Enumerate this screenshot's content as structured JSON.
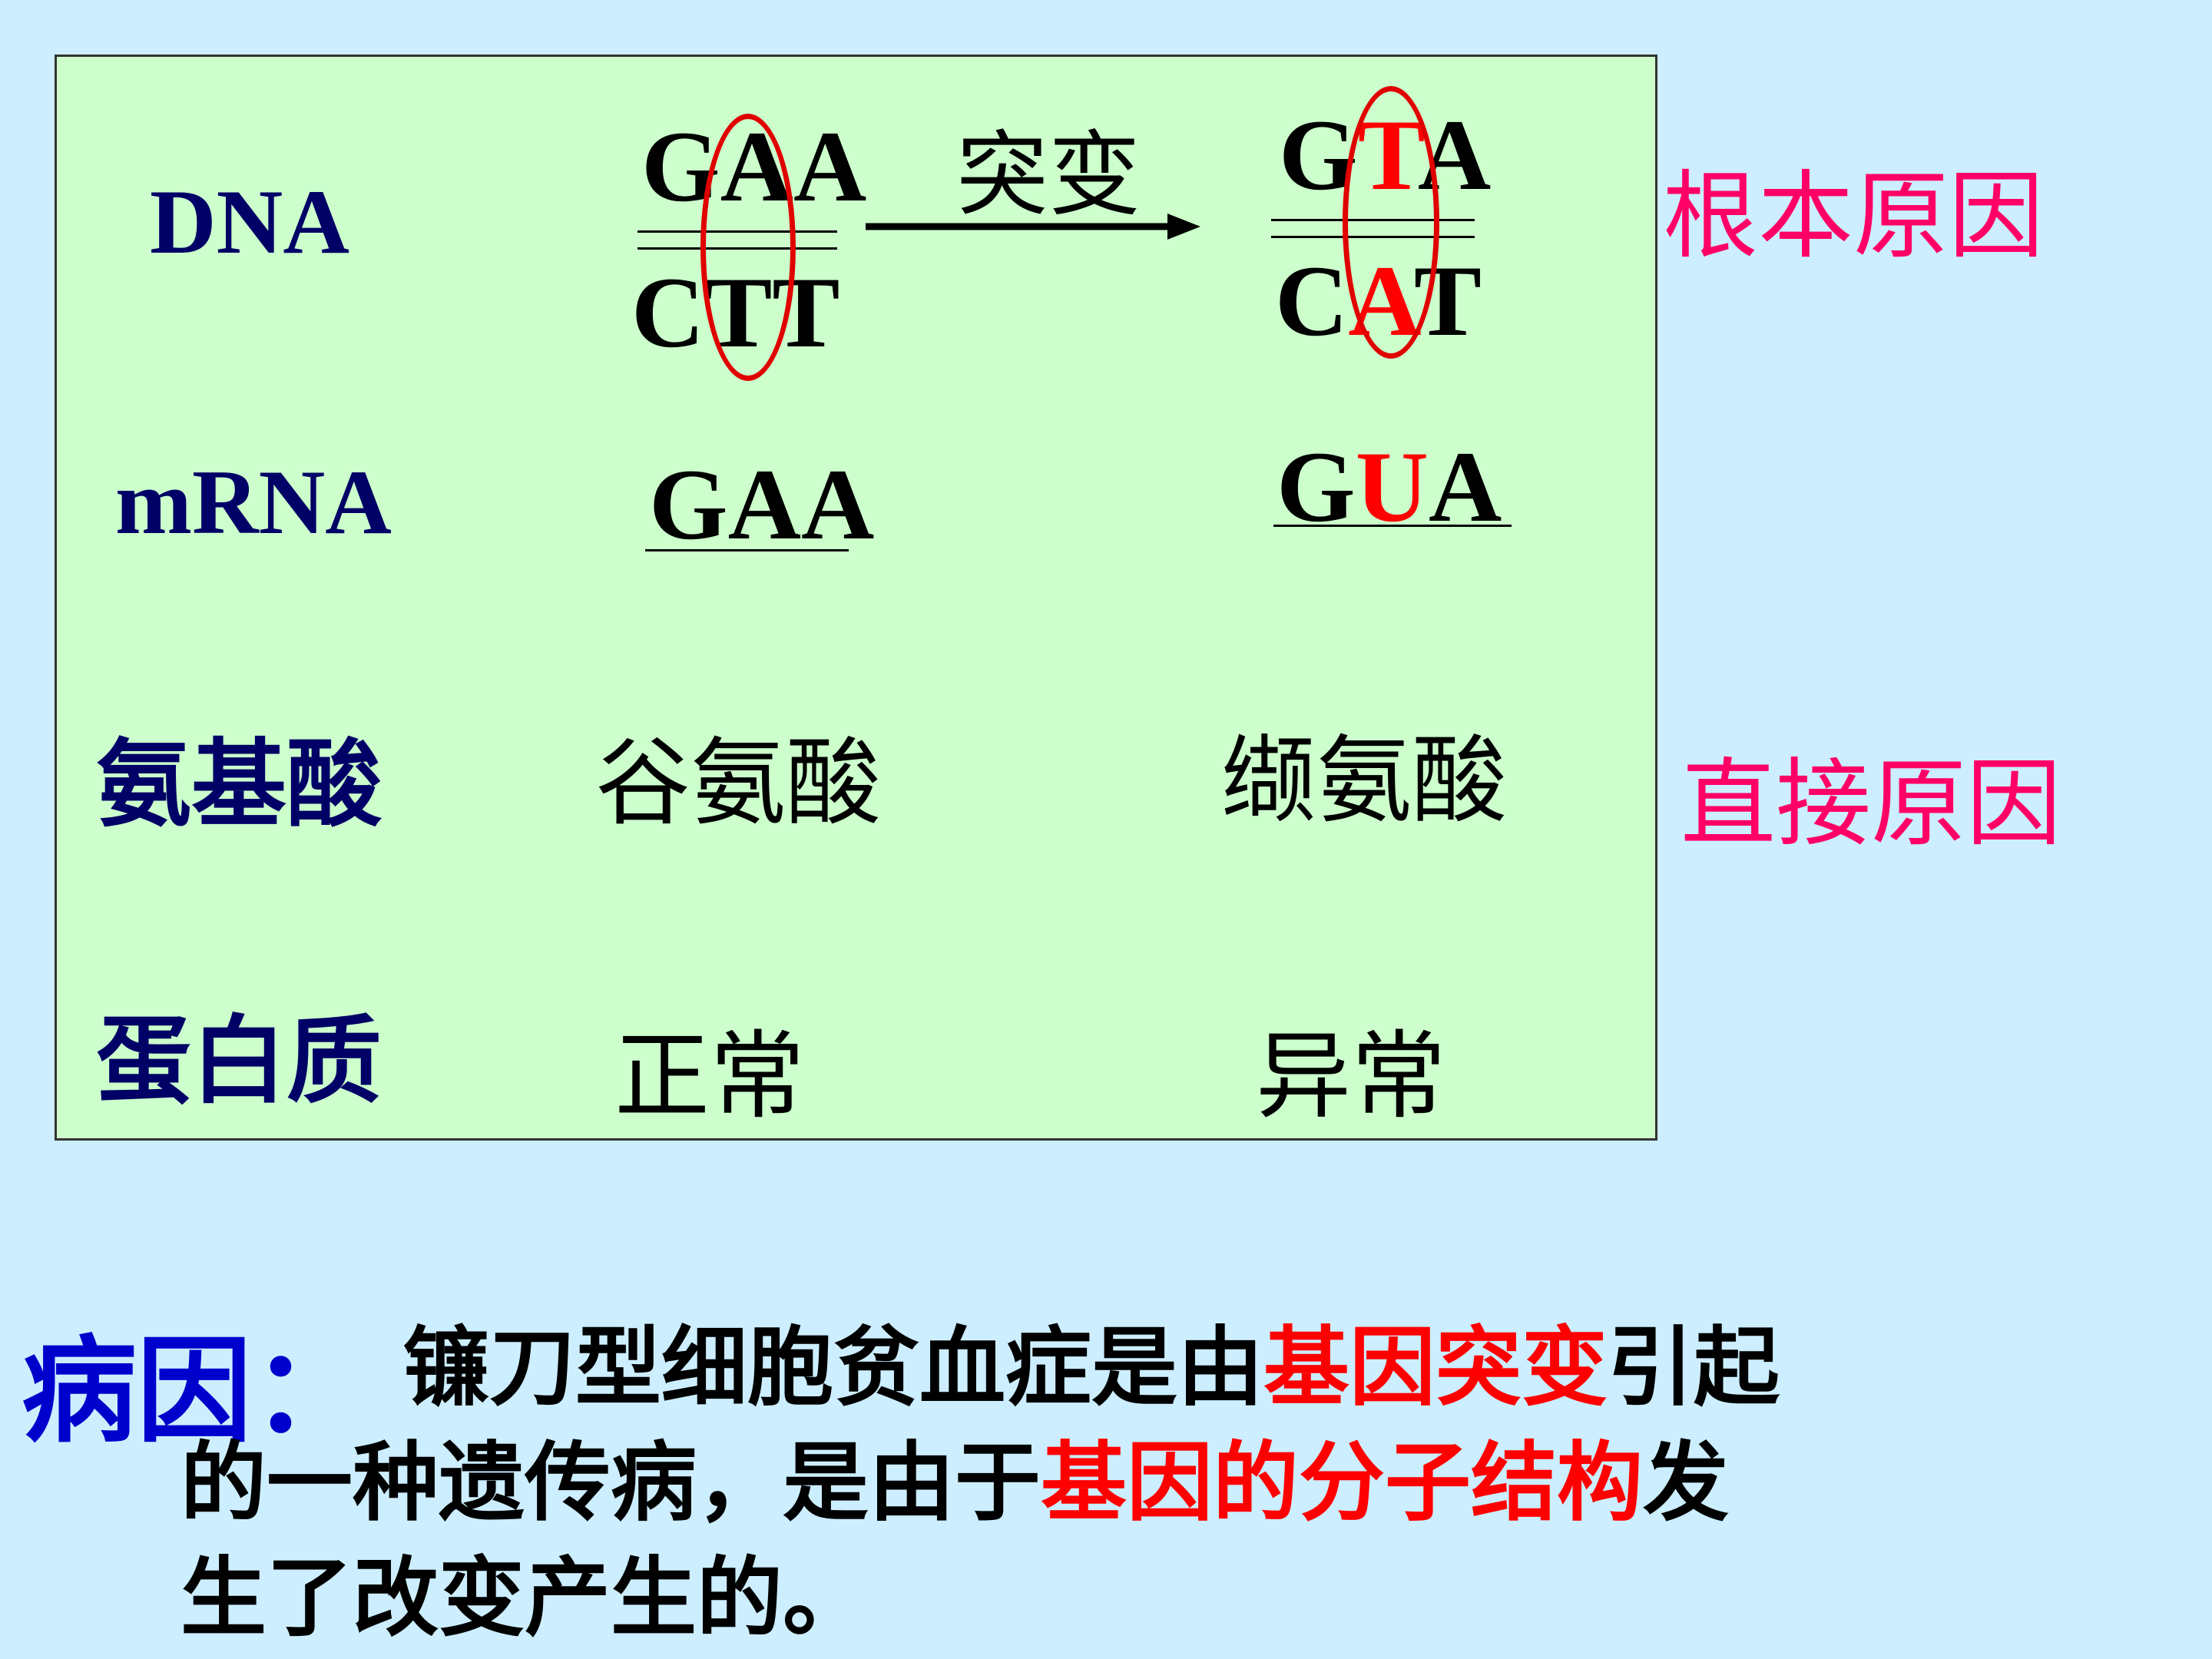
{
  "colors": {
    "background": "#cceeff",
    "panel": "#ccffcc",
    "highlight": "#ff0000",
    "label_navy": "#000066",
    "reason_pink": "#ff0066"
  },
  "row_labels": {
    "dna": "DNA",
    "mrna": "mRNA",
    "amino_acid": "氨基酸",
    "protein": "蛋白质"
  },
  "normal": {
    "dna_top": [
      "G",
      "A",
      "A"
    ],
    "dna_bottom": [
      "C",
      "T",
      "T"
    ],
    "mrna": [
      "G",
      "A",
      "A"
    ],
    "amino_acid": "谷氨酸",
    "protein": "正常"
  },
  "mutation_label": "突变",
  "mutant": {
    "dna_top": [
      "G",
      "T",
      "A"
    ],
    "dna_bottom": [
      "C",
      "A",
      "T"
    ],
    "mrna": [
      "G",
      "U",
      "A"
    ],
    "amino_acid": "缬氨酸",
    "protein": "异常"
  },
  "reasons": {
    "fundamental": "根本原因",
    "direct": "直接原因"
  },
  "cause": {
    "title": "病因：",
    "parts": [
      {
        "text": "镰刀型细胞贫血症是由",
        "highlight": false
      },
      {
        "text": "基因突变",
        "highlight": true
      },
      {
        "text": "引起的一种遗传病，是由于",
        "highlight": false
      },
      {
        "text": "基因的分子结构",
        "highlight": true
      },
      {
        "text": "发生了改变产生的。",
        "highlight": false
      }
    ],
    "line1": [
      {
        "text": "镰刀型细胞贫血症是由"
      },
      {
        "text": "基因突变"
      },
      {
        "text": "引起"
      }
    ],
    "line2": [
      {
        "text": "的一种遗传病，是由于"
      },
      {
        "text": "基因的分子结构"
      },
      {
        "text": "发"
      }
    ],
    "line3": "生了改变产生的。"
  }
}
